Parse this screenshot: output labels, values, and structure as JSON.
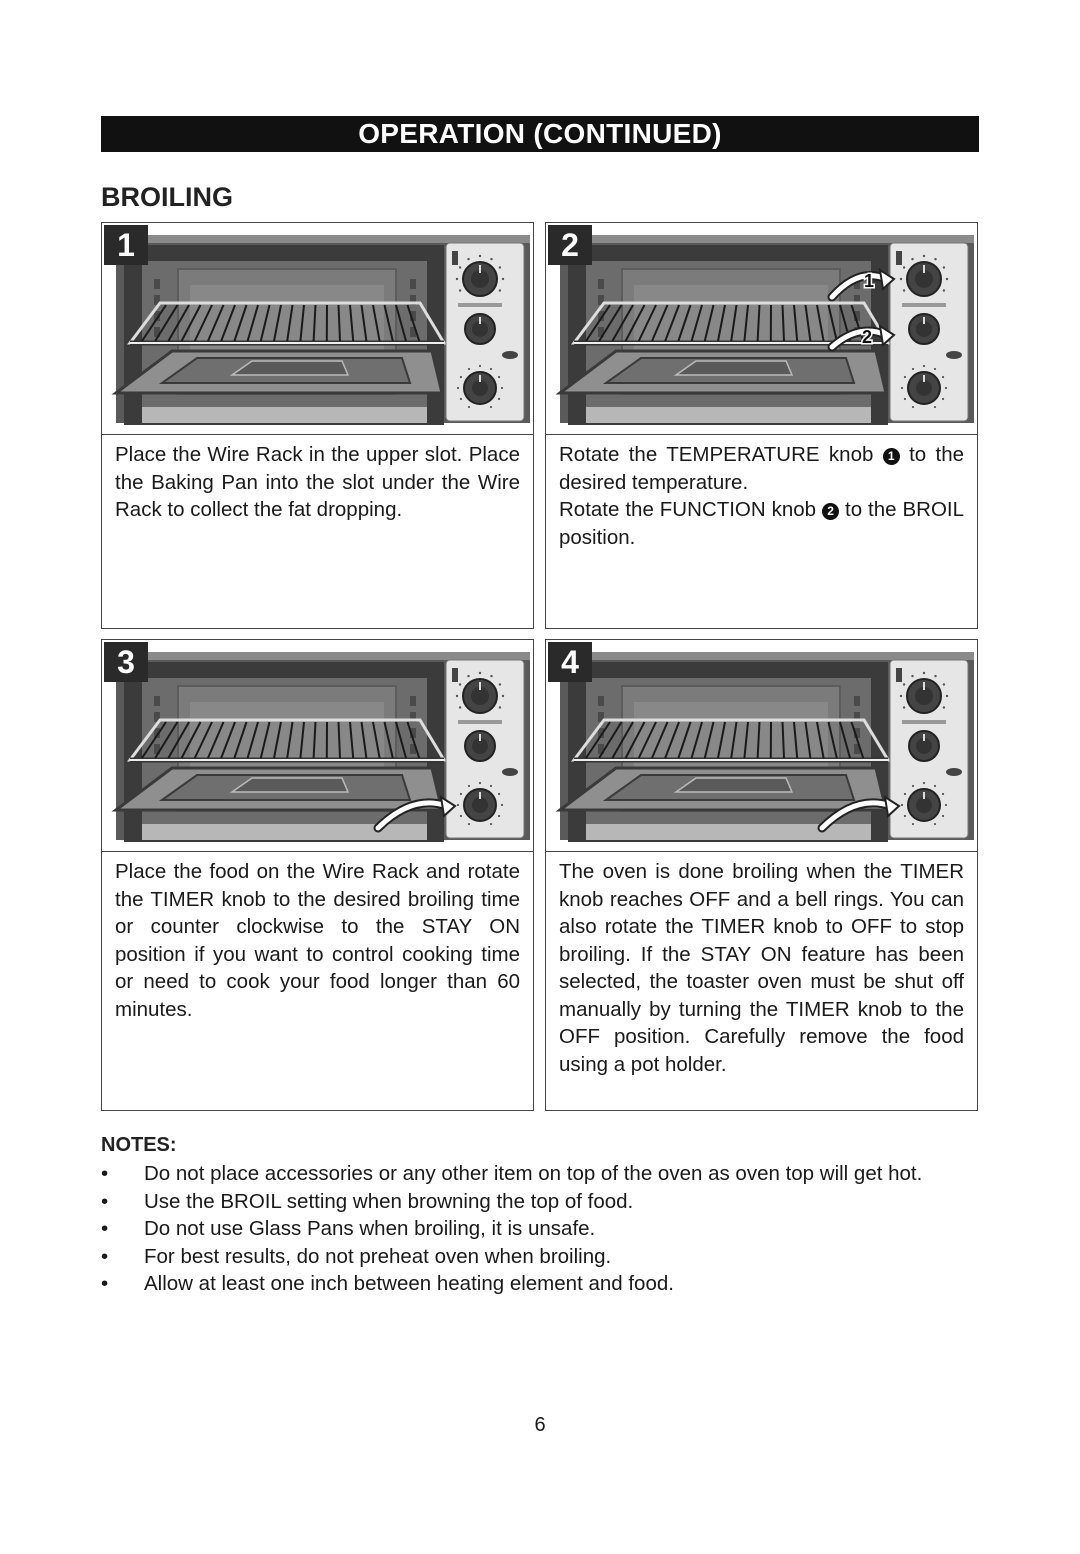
{
  "header": {
    "banner": "OPERATION (CONTINUED)"
  },
  "section": {
    "title": "BROILING"
  },
  "steps": [
    {
      "number": "1",
      "text": "Place the Wire Rack in the upper slot. Place the Baking Pan into the slot under the Wire Rack to collect the fat dropping."
    },
    {
      "number": "2",
      "line1_a": "Rotate the TEMPERATURE knob",
      "marker1": "1",
      "line1_b": "to the desired temperature.",
      "line2_a": "Rotate the FUNCTION knob",
      "marker2": "2",
      "line2_b": "to the BROIL position.",
      "callout1": "1",
      "callout2": "2"
    },
    {
      "number": "3",
      "text": "Place the food on the Wire Rack and rotate the TIMER knob to the desired broiling time or counter clockwise to the STAY ON position if you want to control cooking time or need to cook your food longer than 60 minutes."
    },
    {
      "number": "4",
      "text": "The oven is done broiling when the TIMER knob reaches OFF and a bell rings. You can also rotate the TIMER knob to OFF to stop broiling. If the STAY ON feature has been selected, the toaster oven must be shut off manually by turning the TIMER knob to the OFF position. Carefully remove the food using a pot holder."
    }
  ],
  "notes": {
    "title": "NOTES:",
    "bullet": "•",
    "items": [
      "Do not place accessories or any other item on top of the oven as oven top will get hot.",
      "Use the BROIL setting when browning the top of food.",
      "Do not use Glass Pans when broiling, it is unsafe.",
      "For best results, do not preheat oven when broiling.",
      "Allow at least one inch between heating element and food."
    ]
  },
  "page_number": "6",
  "icons": {
    "oven": "toaster-oven-illustration",
    "arrow": "curved-arrow-icon",
    "knob": "knob-icon"
  }
}
